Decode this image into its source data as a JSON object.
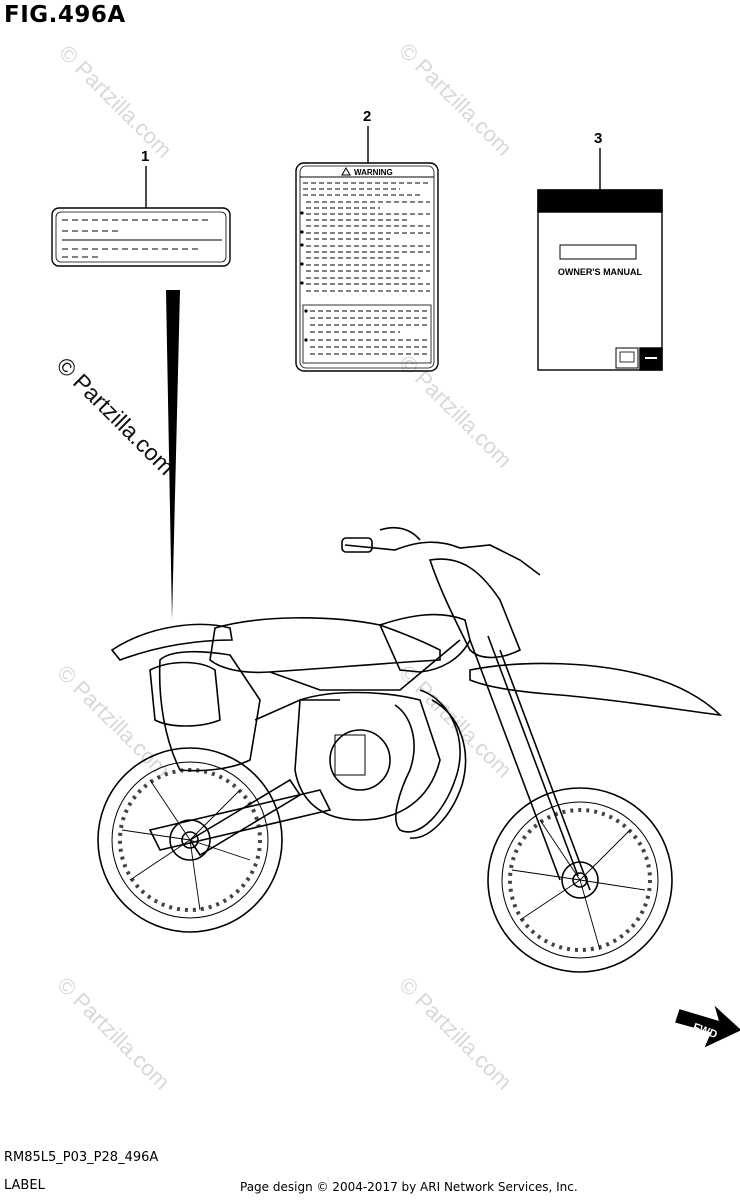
{
  "figure": {
    "title": "FIG.496A",
    "diagram_code": "RM85L5_P03_P28_496A",
    "diagram_name": "LABEL"
  },
  "callouts": [
    "1",
    "2",
    "3"
  ],
  "label_2": {
    "heading": "WARNING"
  },
  "label_3": {
    "heading": "OWNER'S MANUAL"
  },
  "fwd_arrow": {
    "text": "FWD"
  },
  "watermark": {
    "text": "© Partzilla.com"
  },
  "footer": {
    "text": "Page design © 2004-2017 by ARI Network Services, Inc."
  }
}
